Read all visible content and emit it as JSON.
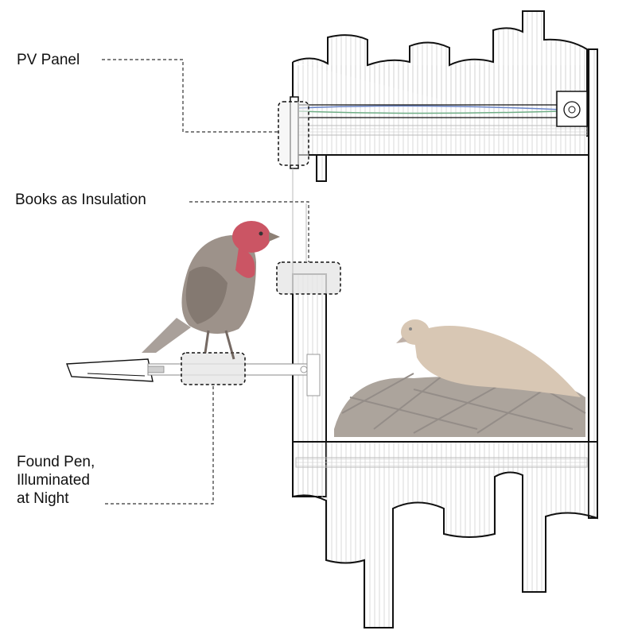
{
  "labels": {
    "pv_panel": "PV Panel",
    "books": "Books as Insulation",
    "pen": "Found Pen,\nIlluminated\nat Night"
  },
  "colors": {
    "line": "#111111",
    "hatch": "#c9c9c9",
    "wire_blue": "#6b86c9",
    "wire_green": "#6fae86",
    "finch_head": "#c2384a",
    "finch_body": "#8a7a70",
    "nest_bird": "#b99a78",
    "nest": "#5a4a3c"
  },
  "icons": [
    "finch-illustration",
    "nest-illustration",
    "pen-illustration",
    "cable-spool-icon"
  ]
}
